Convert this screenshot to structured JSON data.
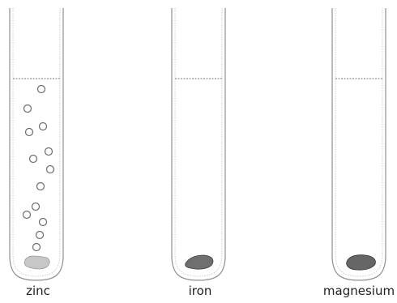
{
  "tubes": [
    {
      "id": "zinc",
      "label": "zinc",
      "liquid_level": "high",
      "bubbles": 13,
      "metal_fill": "#c7c7c7",
      "metal_stroke": "#999999"
    },
    {
      "id": "iron",
      "label": "iron",
      "liquid_level": "high",
      "bubbles": 0,
      "metal_fill": "#6f6f6f",
      "metal_stroke": "#3f3f3f"
    },
    {
      "id": "magnesium",
      "label": "magnesium",
      "liquid_level": "high",
      "bubbles": 0,
      "metal_fill": "#666666",
      "metal_stroke": "#353535"
    }
  ],
  "colors": {
    "tube_outline": "#8f8f8f",
    "liquid_surface": "#777777",
    "bubble_outline": "#6c6c6c"
  }
}
